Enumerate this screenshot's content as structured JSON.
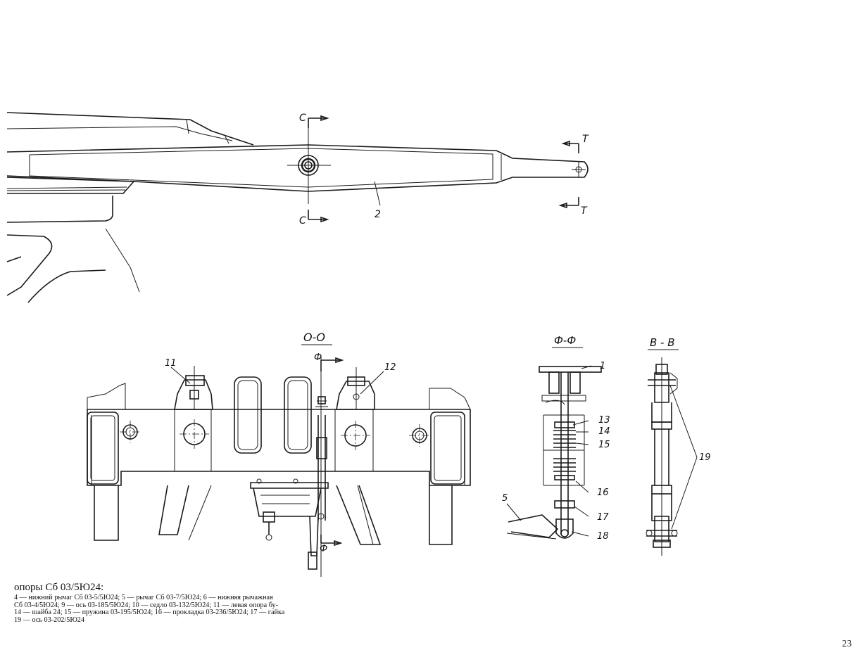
{
  "labels": {
    "c_top": "С",
    "c_bottom": "С",
    "t_top": "Т",
    "t_bottom": "Т",
    "part_2": "2",
    "section_oo": "О-О",
    "section_ff": "Ф-Ф",
    "section_bb": "В - В",
    "f_top": "Ф",
    "f_bottom": "Ф",
    "n11": "11",
    "n12": "12",
    "n1": "1",
    "n13": "13",
    "n14": "14",
    "n15": "15",
    "n16": "16",
    "n17": "17",
    "n18": "18",
    "n5": "5",
    "n19": "19"
  },
  "caption": {
    "title": "опоры Сб 03/5Ю24:",
    "lines": [
      "4 — нижний рычаг Сб 03-5/5Ю24; 5 — рычаг Сб 03-7/5Ю24; 6 — нижняя рычажная",
      "Сб 03-4/5Ю24; 9 — ось 03-185/5Ю24; 10 — седло 03-132/5Ю24; 11 — левая опора бу-",
      "14 — шайба 24; 15 — пружина 03-195/5Ю24; 16 — прокладка 03-236/5Ю24; 17 — гайка",
      "19 — ось 03-202/5Ю24"
    ]
  },
  "page_number": "23"
}
